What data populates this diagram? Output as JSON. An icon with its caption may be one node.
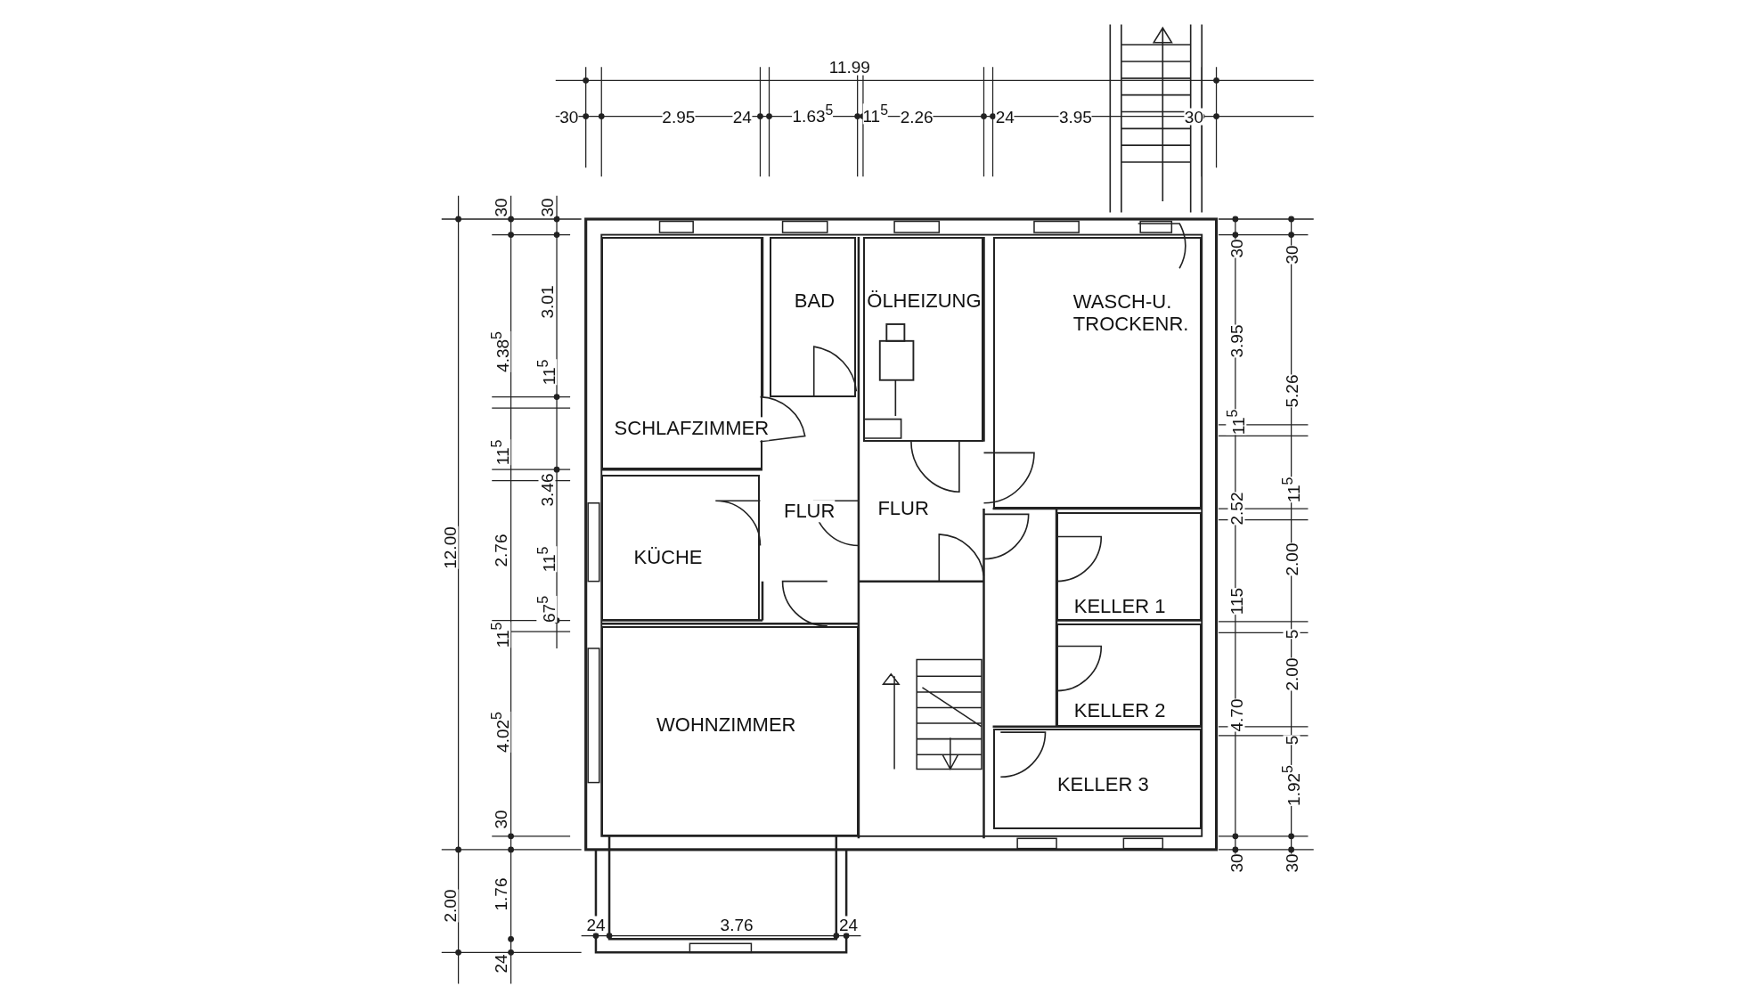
{
  "diagram": {
    "nodes": [
      {
        "text": [
          "SCHLAFZIMMER"
        ]
      },
      {
        "text": [
          "BAD"
        ]
      },
      {
        "text": [
          "ÖLHEIZUNG"
        ]
      },
      {
        "text": [
          "WASCH-U. TROCKENR."
        ]
      },
      {
        "text": [
          "FLUR"
        ]
      },
      {
        "text": [
          "FLUR"
        ]
      },
      {
        "text": [
          "KÜCHE"
        ]
      },
      {
        "text": [
          "KELLER 1"
        ]
      },
      {
        "text": [
          "WOHNZIMMER"
        ]
      },
      {
        "text": [
          "KELLER 2"
        ]
      },
      {
        "text": [
          "KELLER 3"
        ]
      }
    ],
    "labels": [
      "11.99",
      "30",
      "2.95",
      "24",
      "1.63$^{5}$",
      "11$^{5}$",
      "2.26",
      "24",
      "3.95",
      "30",
      "12.00",
      "2.00",
      "30",
      "4.38$^{5}$",
      "11$^{5}$",
      "2.76",
      "11$^{5}$",
      "4.02$^{5}$",
      "30",
      "1.76",
      "24",
      "30",
      "3.01",
      "11$^{5}$",
      "3.46",
      "11$^{5}$",
      "67$^{5}$",
      "30",
      "3.95",
      "11$^{5}$",
      "2.52",
      "115",
      "4.70",
      "30",
      "30",
      "5.26",
      "11$^{5}$",
      "2.00",
      "5",
      "2.00",
      "5",
      "1.92$^{5}$",
      "30",
      "24",
      "3.76",
      "24"
    ]
  }
}
